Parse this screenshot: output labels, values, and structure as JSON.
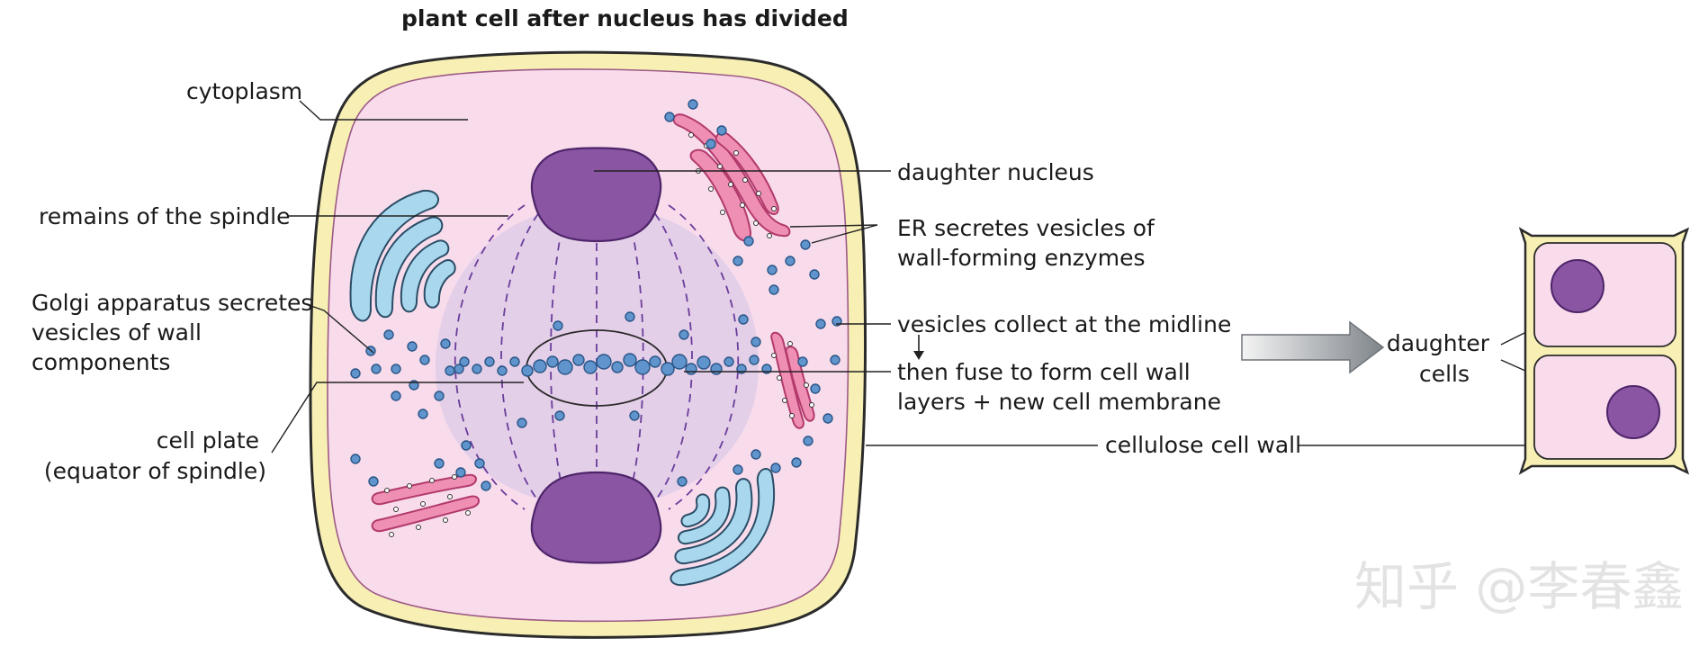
{
  "title": "plant cell after nucleus has divided",
  "labels": {
    "cytoplasm": "cytoplasm",
    "remains_spindle": "remains of the spindle",
    "golgi": [
      "Golgi apparatus secretes",
      "vesicles of wall",
      "components"
    ],
    "cell_plate": [
      "cell plate",
      "(equator of spindle)"
    ],
    "daughter_nucleus": "daughter nucleus",
    "er": [
      "ER secretes vesicles of",
      "wall-forming enzymes"
    ],
    "vesicles_collect": "vesicles collect at the midline",
    "fuse": [
      "then fuse to form cell wall",
      "layers + new cell membrane"
    ],
    "cellulose_wall": "cellulose cell wall",
    "daughter_cells": [
      "daughter",
      "cells"
    ]
  },
  "watermark": "知乎 @李春鑫",
  "colors": {
    "cell_wall": "#f7efb4",
    "cytoplasm": "#f9dcec",
    "spindle_region": "#e2cde8",
    "nucleus": "#8a55a3",
    "golgi": "#a9d8ee",
    "er": "#ef8fb3",
    "vesicle": "#5f94cc",
    "arrow": "#8e9398"
  },
  "icons": {
    "process_arrow": "right-arrow-icon",
    "down_arrow": "down-arrow-icon"
  }
}
